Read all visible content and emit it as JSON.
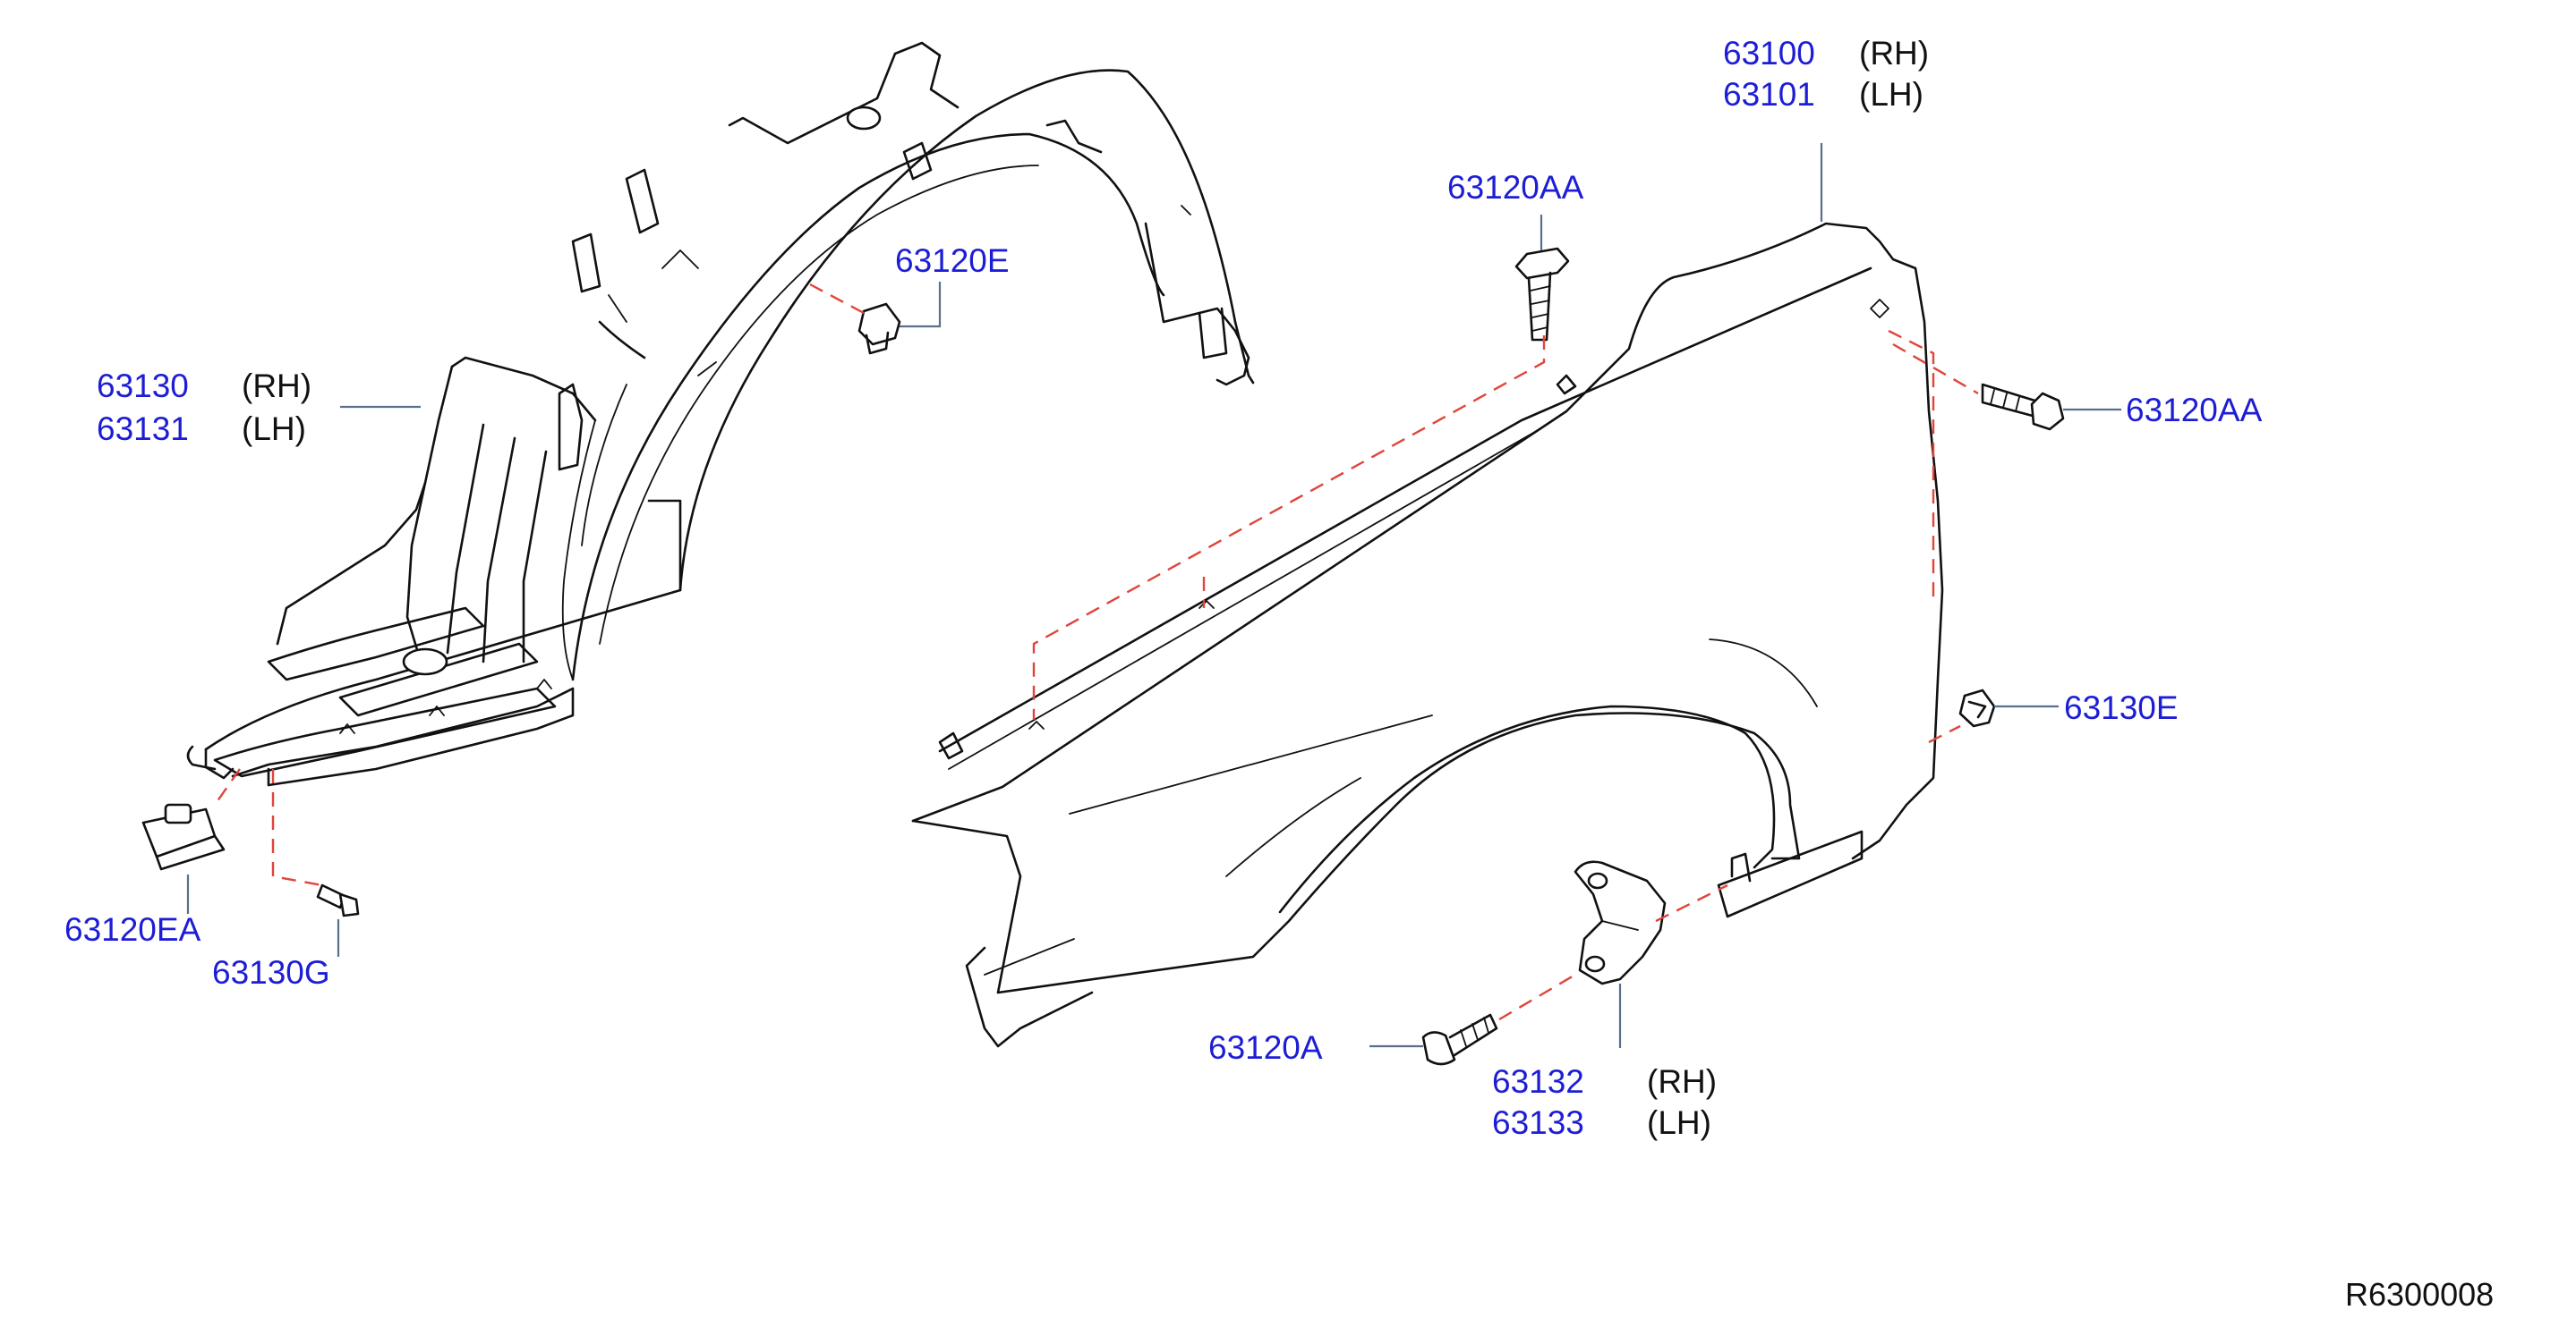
{
  "parts": {
    "fender_rh": "63100",
    "fender_lh": "63101",
    "fender_rh_side": "(RH)",
    "fender_lh_side": "(LH)",
    "bolt_top": "63120AA",
    "bolt_right": "63120AA",
    "clip_upper": "63120E",
    "protector_rh": "63130",
    "protector_lh": "63131",
    "protector_rh_side": "(RH)",
    "protector_lh_side": "(LH)",
    "grommet_right": "63130E",
    "nut_clip": "63120EA",
    "clip_lower": "63130G",
    "screw": "63120A",
    "bracket_rh": "63132",
    "bracket_lh": "63133",
    "bracket_rh_side": "(RH)",
    "bracket_lh_side": "(LH)"
  },
  "reference_code": "R6300008",
  "colors": {
    "part_number_text": "#1d1dd6",
    "leader_line": "#5a6f8c",
    "dashed_guide": "#e0443a",
    "outline": "#111111"
  }
}
